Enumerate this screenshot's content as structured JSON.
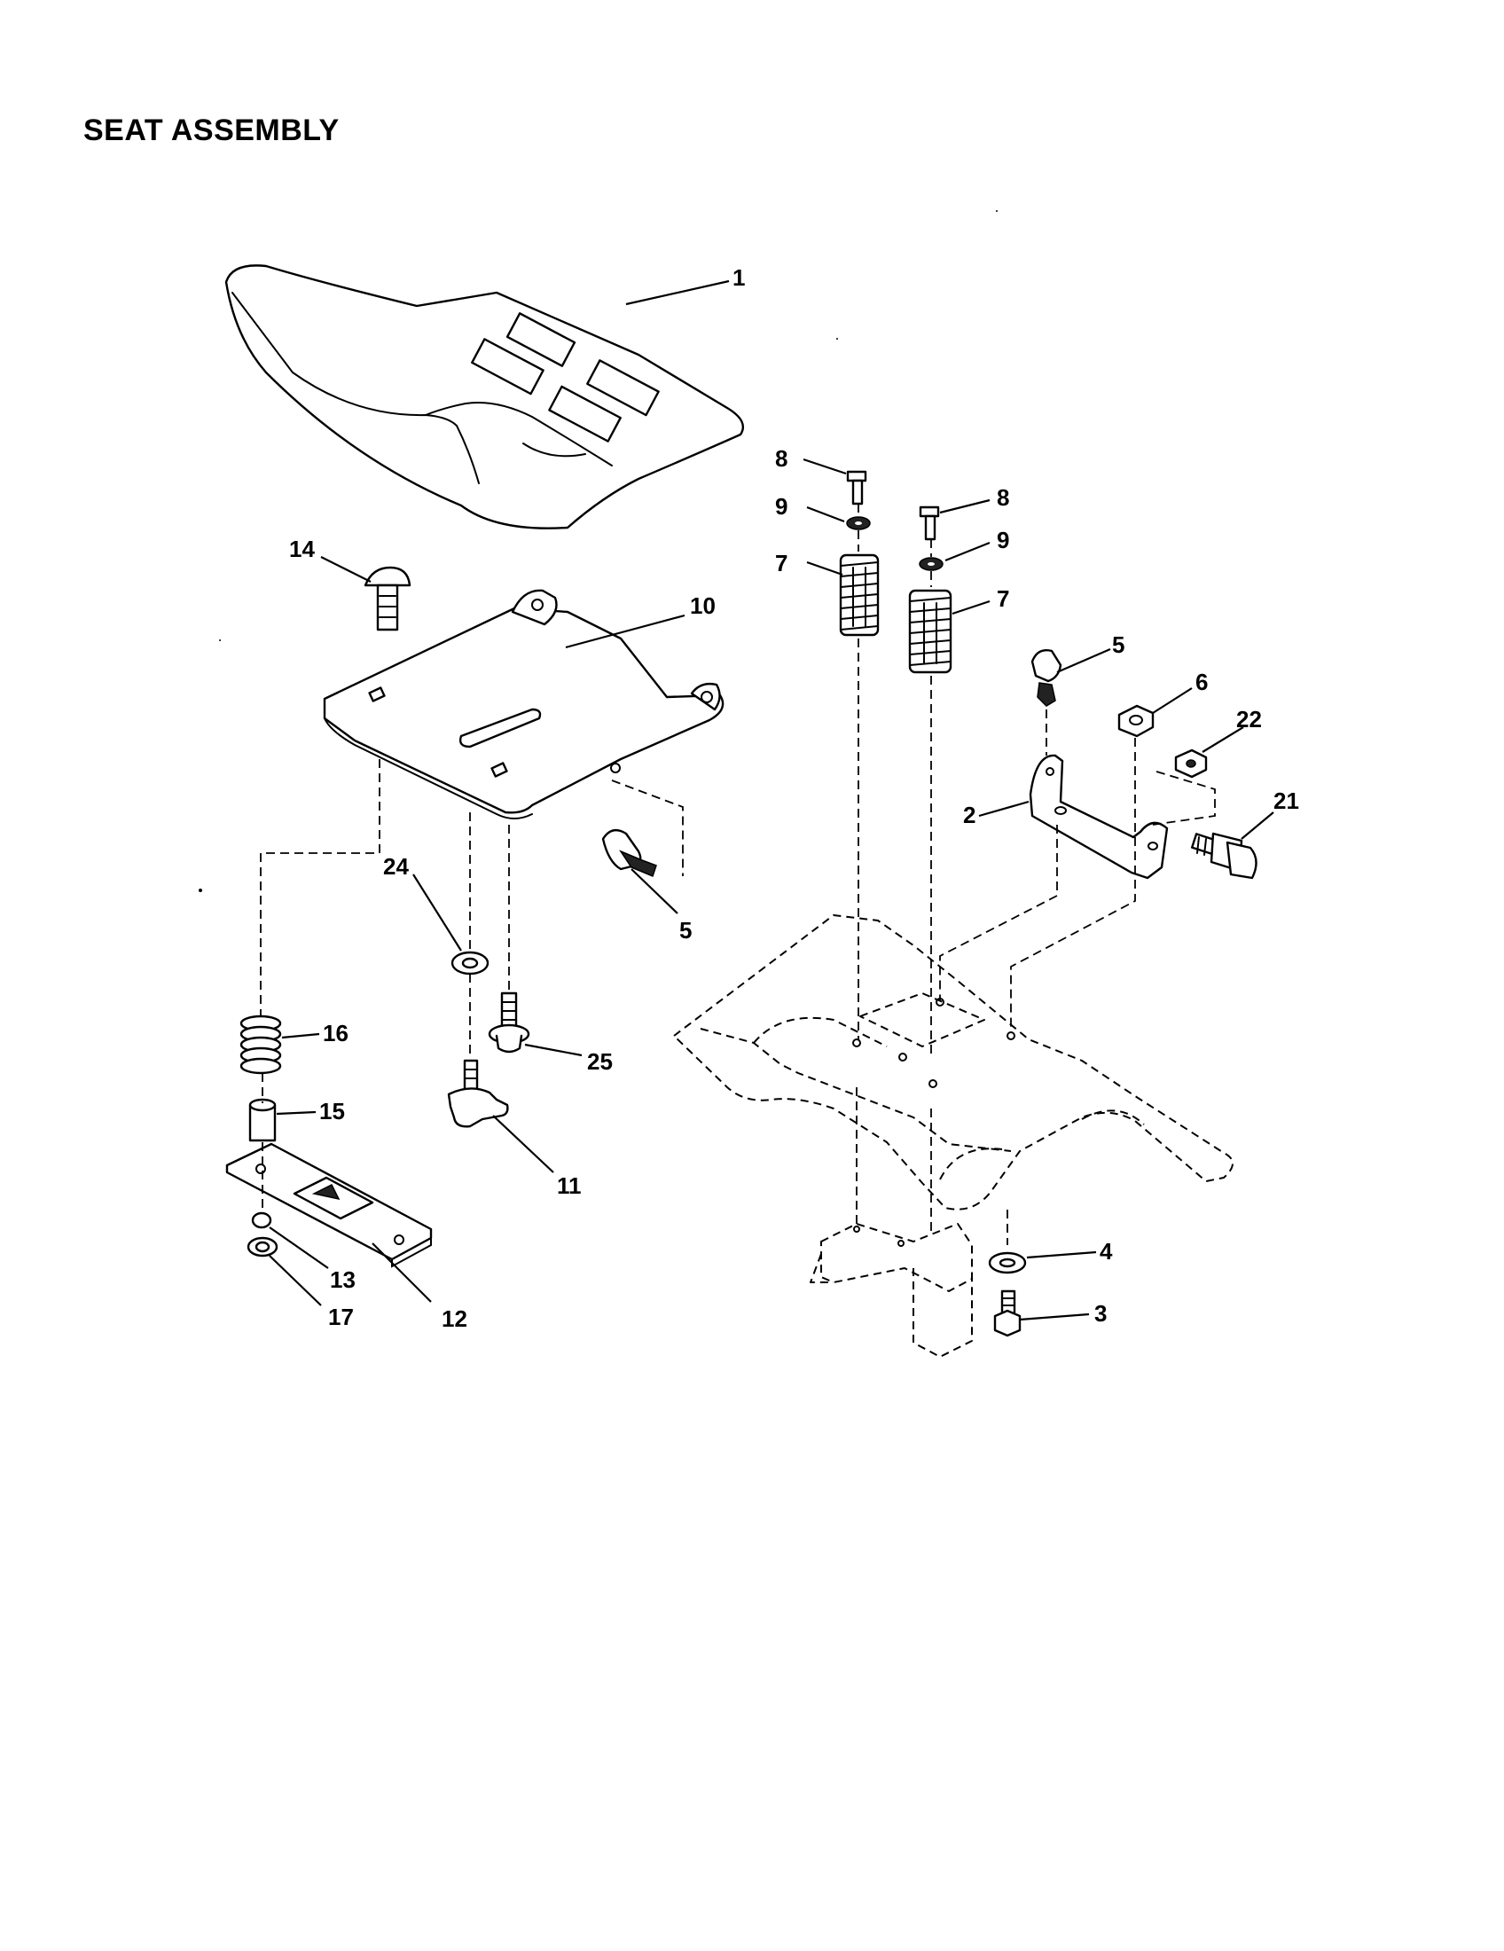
{
  "title": "SEAT ASSEMBLY",
  "callouts": {
    "c1": "1",
    "c2": "2",
    "c3": "3",
    "c4": "4",
    "c5a": "5",
    "c5b": "5",
    "c6": "6",
    "c7a": "7",
    "c7b": "7",
    "c8a": "8",
    "c8b": "8",
    "c9a": "9",
    "c9b": "9",
    "c10": "10",
    "c11": "11",
    "c12": "12",
    "c13": "13",
    "c14": "14",
    "c15": "15",
    "c16": "16",
    "c17": "17",
    "c21": "21",
    "c22": "22",
    "c24": "24",
    "c25": "25"
  }
}
